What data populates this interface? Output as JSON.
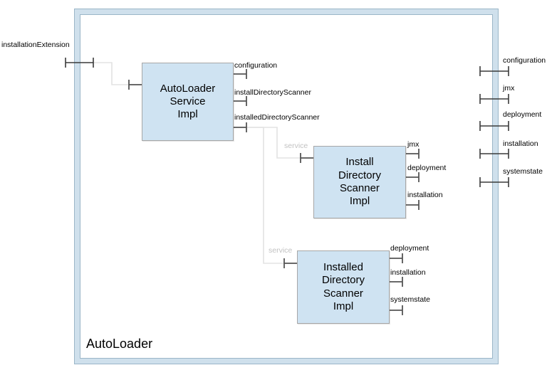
{
  "diagram": {
    "frame_title": "AutoLoader",
    "frame_colors": {
      "band": "#cfe0ec",
      "border": "#9bb6c8",
      "interior": "#ffffff"
    },
    "component_colors": {
      "fill": "#cfe3f2",
      "border": "#a7a7a7"
    },
    "connector_color": "#e3e3e3",
    "port_color": "#444444"
  },
  "components": [
    {
      "id": "autoloader-service-impl",
      "name": "AutoLoader\nService\nImpl",
      "line1": "AutoLoader",
      "line2": "Service",
      "line3": "Impl"
    },
    {
      "id": "install-directory-scanner-impl",
      "name": "Install\nDirectory\nScanner\nImpl",
      "line1": "Install",
      "line2": "Directory",
      "line3": "Scanner",
      "line4": "Impl"
    },
    {
      "id": "installed-directory-scanner-impl",
      "name": "Installed\nDirectory\nScanner\nImpl",
      "line1": "Installed",
      "line2": "Directory",
      "line3": "Scanner",
      "line4": "Impl"
    }
  ],
  "external_ports": {
    "left": [
      {
        "label": "installationExtension"
      }
    ],
    "right": [
      {
        "label": "configuration"
      },
      {
        "label": "jmx"
      },
      {
        "label": "deployment"
      },
      {
        "label": "installation"
      },
      {
        "label": "systemstate"
      }
    ]
  },
  "component_ports": {
    "autoloader_service_impl": {
      "left": [
        {
          "label": ""
        }
      ],
      "right": [
        {
          "label": "configuration"
        },
        {
          "label": "installDirectoryScanner"
        },
        {
          "label": "installedDirectoryScanner"
        }
      ]
    },
    "install_directory_scanner_impl": {
      "left": [
        {
          "label": "service"
        }
      ],
      "right": [
        {
          "label": "jmx"
        },
        {
          "label": "deployment"
        },
        {
          "label": "installation"
        }
      ]
    },
    "installed_directory_scanner_impl": {
      "left": [
        {
          "label": "service"
        }
      ],
      "right": [
        {
          "label": "deployment"
        },
        {
          "label": "installation"
        },
        {
          "label": "systemstate"
        }
      ]
    }
  },
  "connector_labels": {
    "service_install": "service",
    "service_installed": "service"
  }
}
